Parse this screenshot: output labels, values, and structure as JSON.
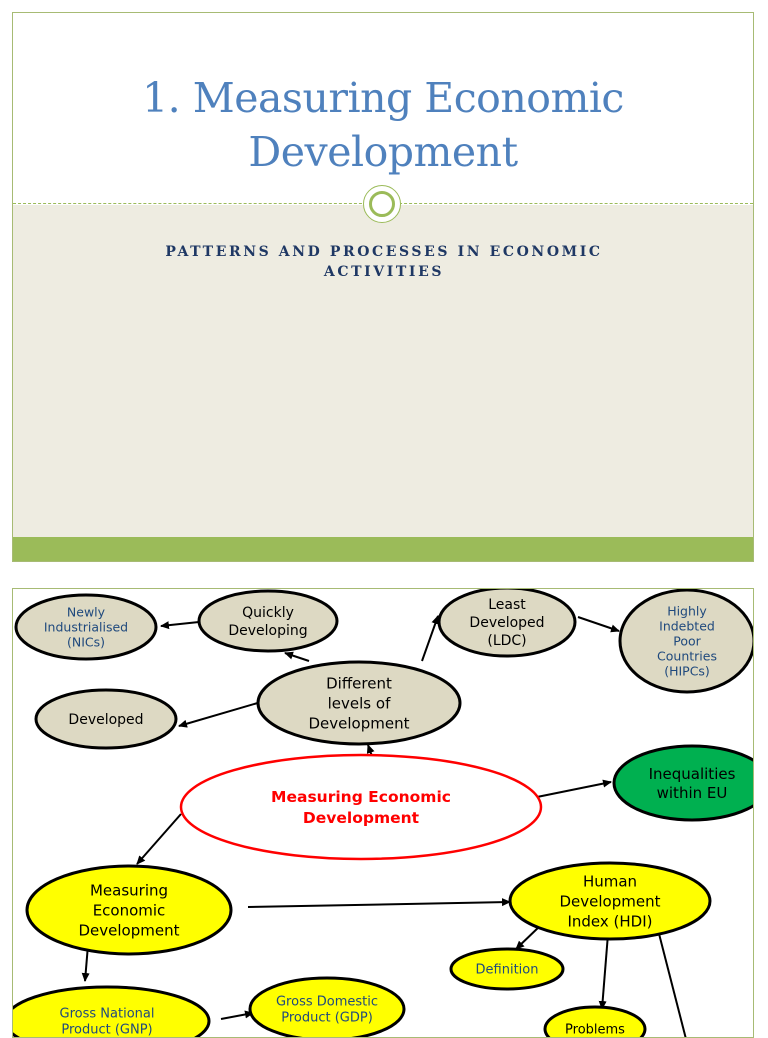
{
  "slide1": {
    "title_line1": "1. Measuring Economic",
    "title_line2": "Development",
    "subtitle_line1": "PATTERNS AND PROCESSES IN ECONOMIC",
    "subtitle_line2": "ACTIVITIES"
  },
  "slide2": {
    "nodes": {
      "nics": {
        "lines": [
          "Newly",
          "Industrialised",
          "(NICs)"
        ]
      },
      "quickly": {
        "lines": [
          "Quickly",
          "Developing"
        ]
      },
      "least": {
        "lines": [
          "Least",
          "Developed",
          "(LDC)"
        ]
      },
      "hipcs": {
        "lines": [
          "Highly",
          "Indebted",
          "Poor",
          "Countries",
          "(HIPCs)"
        ]
      },
      "different": {
        "lines": [
          "Different",
          "levels of",
          "Development"
        ]
      },
      "developed": {
        "lines": [
          "Developed"
        ]
      },
      "inequalities": {
        "lines": [
          "Inequalities",
          "within EU"
        ]
      },
      "central": {
        "lines": [
          "Measuring Economic",
          "Development"
        ]
      },
      "measuring": {
        "lines": [
          "Measuring",
          "Economic",
          "Development"
        ]
      },
      "hdi": {
        "lines": [
          "Human",
          "Development",
          "Index (HDI)"
        ]
      },
      "definition": {
        "lines": [
          "Definition"
        ]
      },
      "gnp": {
        "lines": [
          "Gross National",
          "Product (GNP)"
        ]
      },
      "gdp": {
        "lines": [
          "Gross Domestic",
          "Product (GDP)"
        ]
      },
      "partial": {
        "lines": [
          "Problems"
        ]
      }
    },
    "colors": {
      "tan": "#ddd9c3",
      "yellow": "#ffff00",
      "green": "#00b050",
      "red": "#ff0000",
      "blue_text": "#1f497d"
    }
  }
}
